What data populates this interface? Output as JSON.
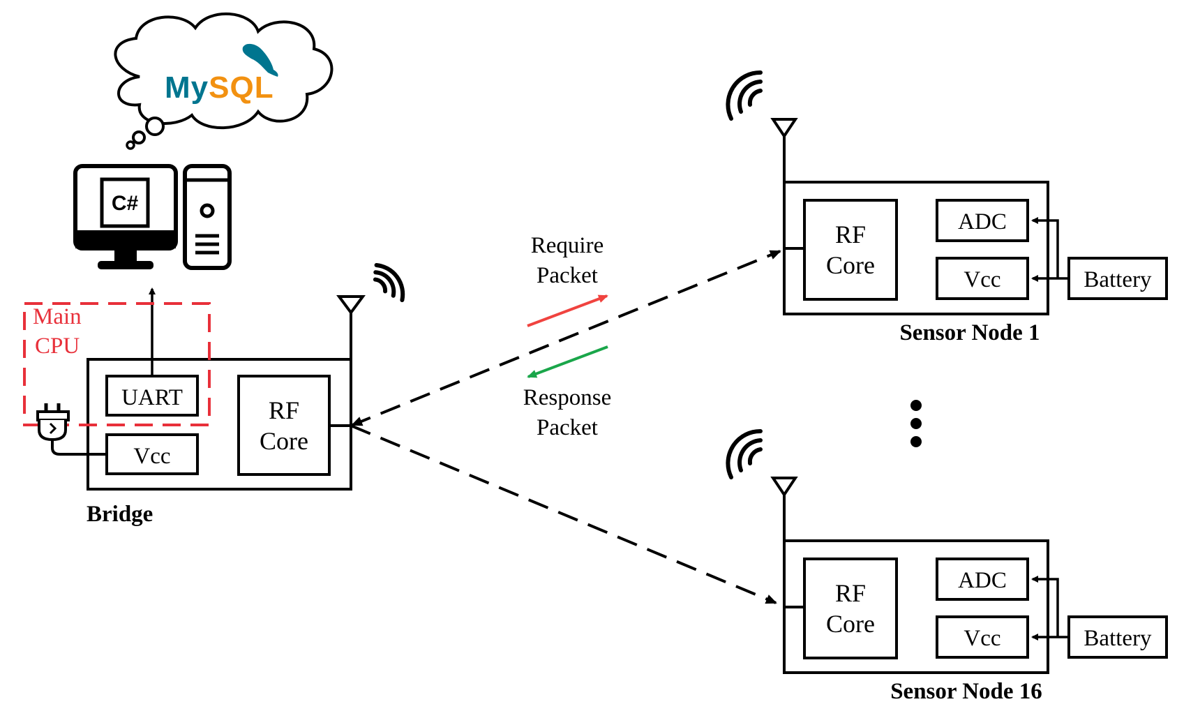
{
  "cloud": {
    "logo_text": "MySQL"
  },
  "computer": {
    "screen_label": "C#"
  },
  "bridge": {
    "label": "Bridge",
    "main_cpu_label_line1": "Main",
    "main_cpu_label_line2": "CPU",
    "uart_label": "UART",
    "vcc_label": "Vcc",
    "rf_core_line1": "RF",
    "rf_core_line2": "Core"
  },
  "messages": {
    "require_line1": "Require",
    "require_line2": "Packet",
    "response_line1": "Response",
    "response_line2": "Packet"
  },
  "nodes": [
    {
      "label": "Sensor Node 1",
      "rf_core_line1": "RF",
      "rf_core_line2": "Core",
      "adc_label": "ADC",
      "vcc_label": "Vcc",
      "battery_label": "Battery"
    },
    {
      "label": "Sensor Node 16",
      "rf_core_line1": "RF",
      "rf_core_line2": "Core",
      "adc_label": "ADC",
      "vcc_label": "Vcc",
      "battery_label": "Battery"
    }
  ],
  "colors": {
    "main_cpu": "#e8303a",
    "require_arrow": "#f0433f",
    "response_arrow": "#1aa64a",
    "mysql_blue": "#00758f",
    "mysql_orange": "#f29111"
  }
}
